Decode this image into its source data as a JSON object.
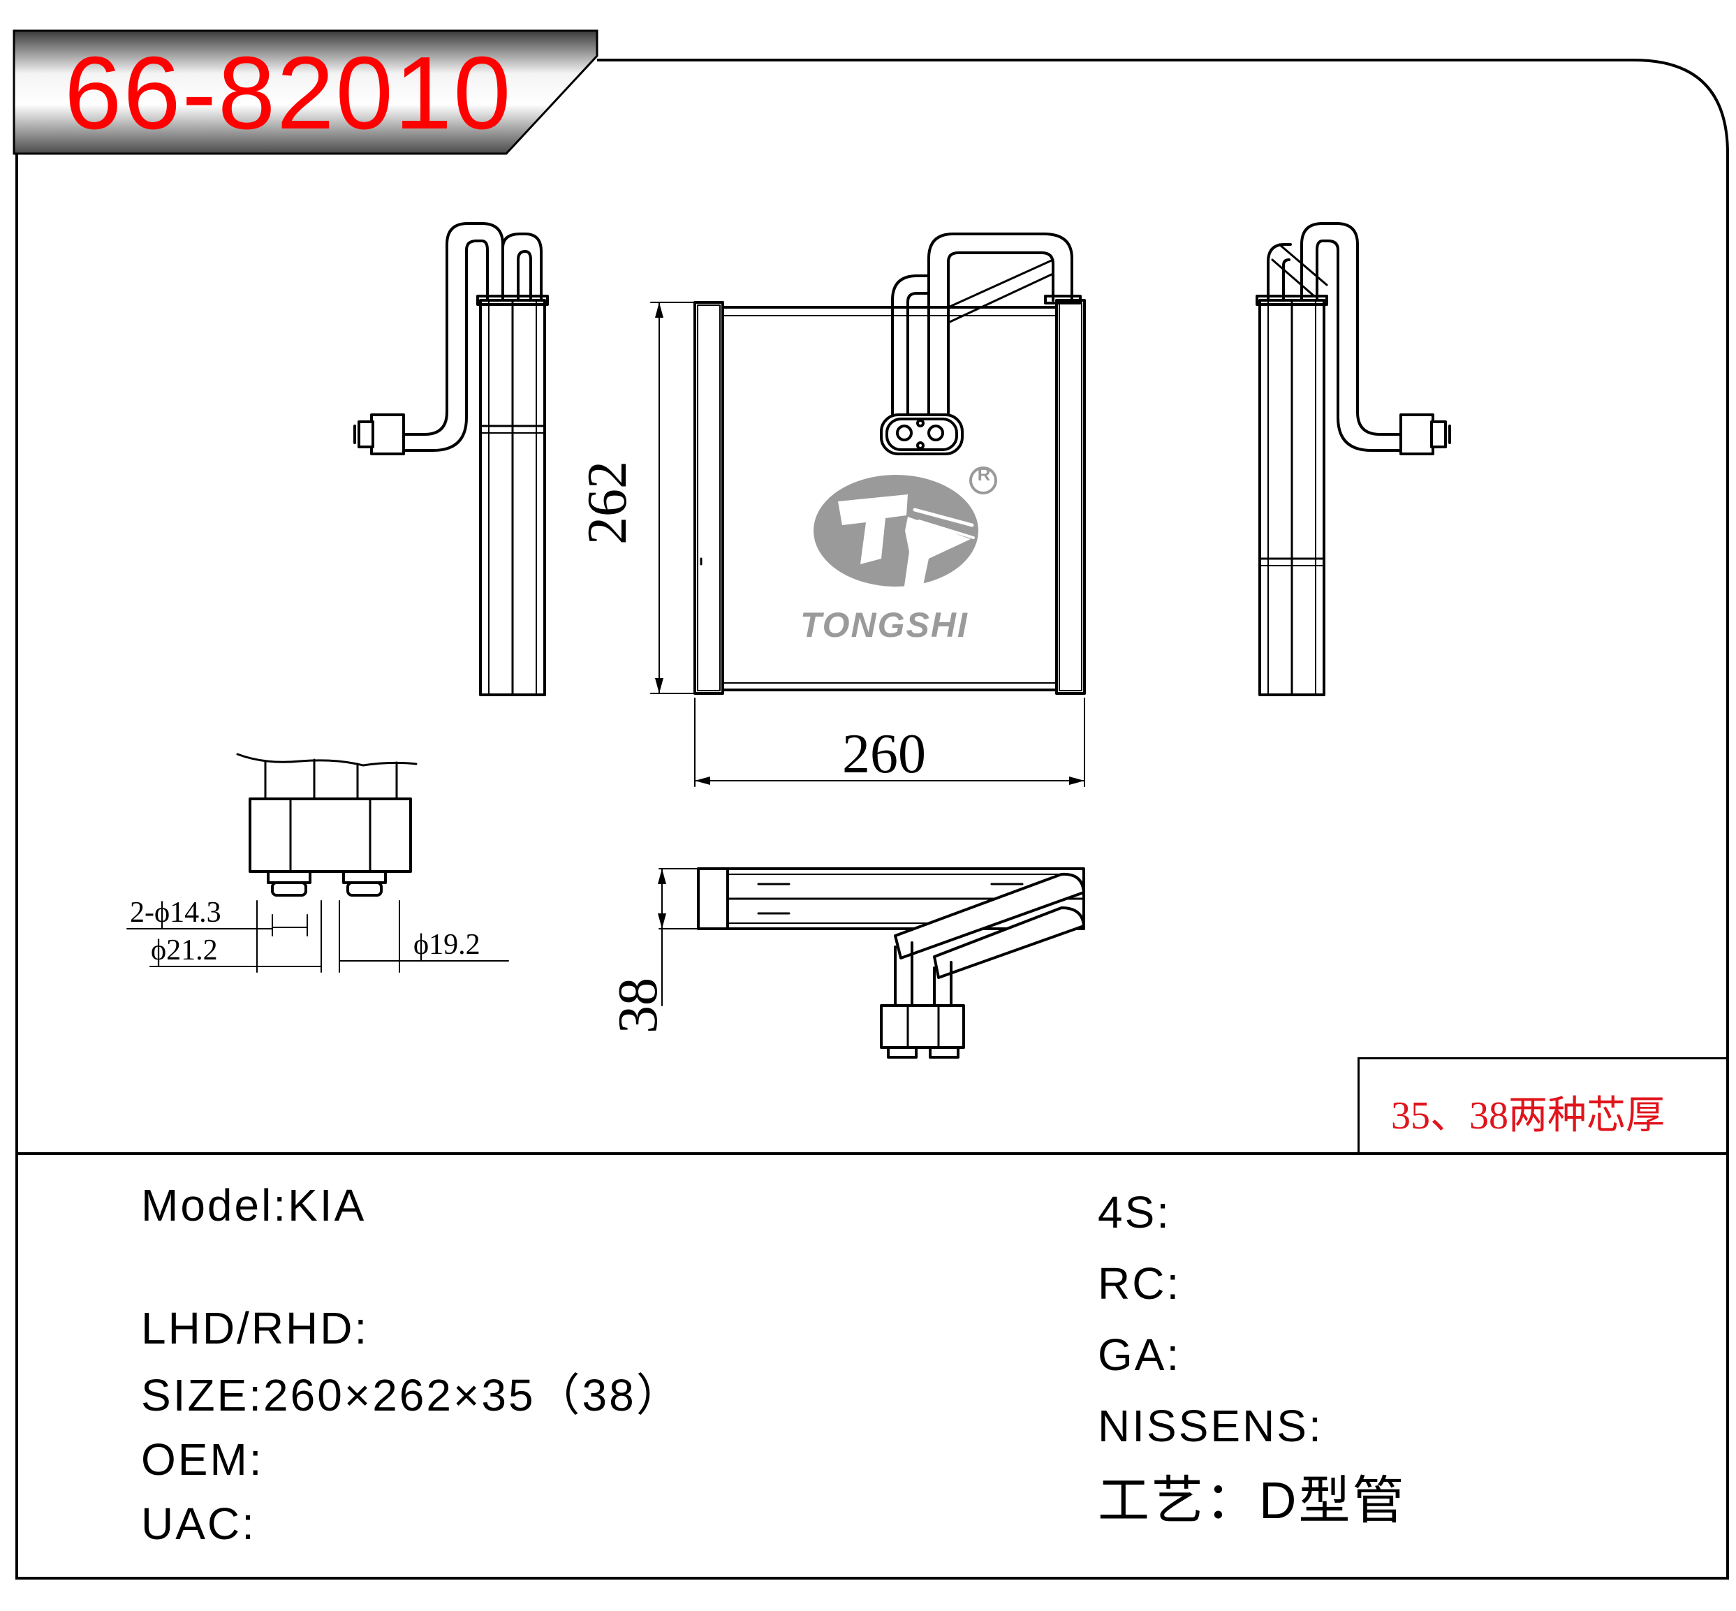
{
  "part_number": "66-82010",
  "brand": {
    "name": "TONGSHI",
    "registered_mark": "R"
  },
  "dimensions": {
    "height": "262",
    "width": "260",
    "depth": "38"
  },
  "fitting_dims": {
    "port_holes": "2-ϕ14.3",
    "left_dia": "ϕ21.2",
    "right_dia": "ϕ19.2"
  },
  "note": "35、38两种芯厚",
  "specs_left": {
    "model_label": "Model:",
    "model_value": "KIA",
    "lhd_label": "LHD/RHD:",
    "size_label": "SIZE:",
    "size_value": "260×262×35（38）",
    "oem_label": "OEM:",
    "uac_label": "UAC:"
  },
  "specs_right": {
    "s4_label": "4S:",
    "rc_label": "RC:",
    "ga_label": "GA:",
    "nissens_label": "NISSENS:",
    "process_label": "工艺：",
    "process_value": "D型管"
  },
  "colors": {
    "title_red": "#ff0000",
    "note_red": "#e0141c",
    "logo_gray": "#9a9a9a"
  }
}
